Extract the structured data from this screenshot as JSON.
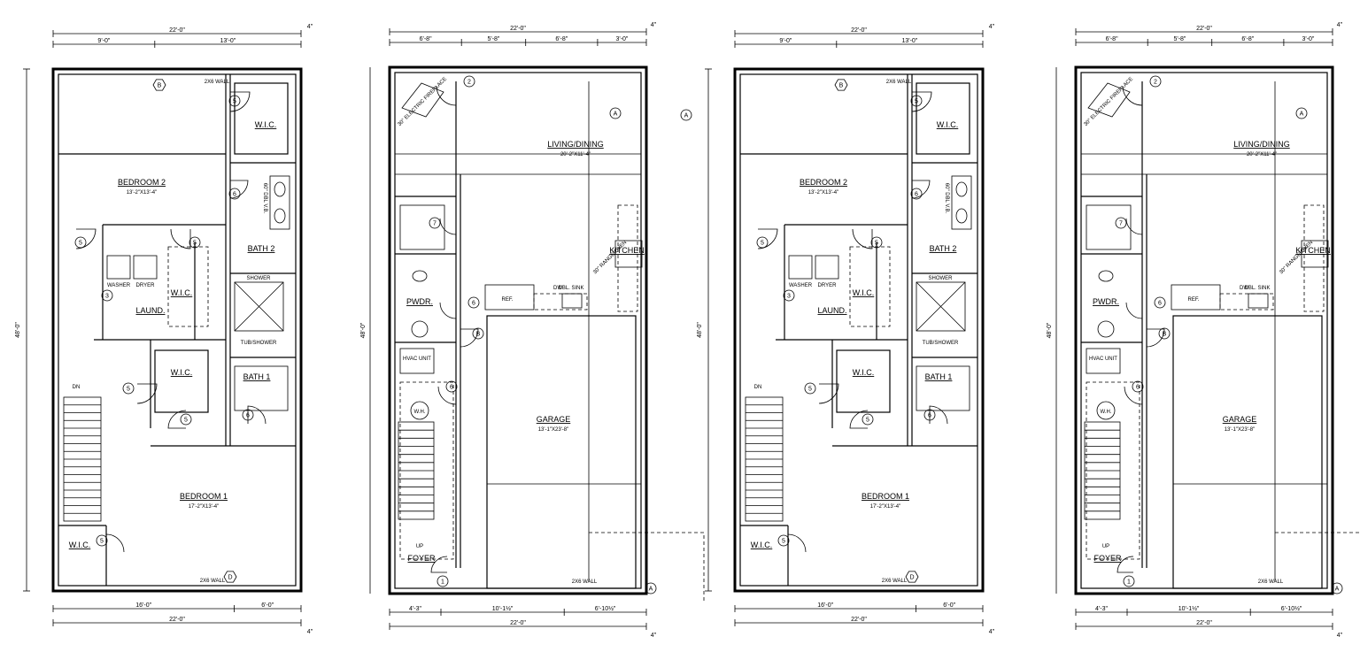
{
  "plans": [
    {
      "id": "upper-a",
      "overall_width": "22'-0\"",
      "overall_depth": "48'-0\"",
      "top_segments": [
        "9'-0\"",
        "13'-0\""
      ],
      "bottom_segments": [
        "16'-0\"",
        "6'-0\""
      ],
      "bottom_total": "22'-0\"",
      "edge_dims": [
        "4\"",
        "4\""
      ],
      "rooms": [
        {
          "id": "bed2",
          "name": "BEDROOM 2",
          "size": "13'-2\"X13'-4\""
        },
        {
          "id": "wic1",
          "name": "W.I.C.",
          "size": ""
        },
        {
          "id": "bath2",
          "name": "BATH 2",
          "size": ""
        },
        {
          "id": "laund",
          "name": "LAUND.",
          "size": ""
        },
        {
          "id": "wic2",
          "name": "W.I.C.",
          "size": ""
        },
        {
          "id": "wic3",
          "name": "W.I.C.",
          "size": ""
        },
        {
          "id": "bath1",
          "name": "BATH 1",
          "size": ""
        },
        {
          "id": "bed1",
          "name": "BEDROOM 1",
          "size": "17'-2\"X13'-4\""
        },
        {
          "id": "wic4",
          "name": "W.I.C.",
          "size": ""
        }
      ],
      "notes": [
        "DN",
        "WASHER",
        "DRYER",
        "SHOWER",
        "60\" DBL V.B.",
        "2X6 WALL",
        "2X6 WALL",
        "TUB/SHOWER"
      ],
      "tags": [
        "B",
        "5",
        "6",
        "5",
        "5",
        "3",
        "5",
        "5",
        "6",
        "5",
        "D"
      ]
    },
    {
      "id": "lower-a",
      "overall_width": "22'-0\"",
      "overall_depth": "48'-0\"",
      "top_segments": [
        "6'-8\"",
        "5'-8\"",
        "6'-8\"",
        "3'-0\""
      ],
      "bottom_segments": [
        "4'-3\"",
        "10'-1½\"",
        "6'-10½\""
      ],
      "bottom_total": "22'-0\"",
      "edge_dims": [
        "4\"",
        "4\""
      ],
      "rooms": [
        {
          "id": "living",
          "name": "LIVING/DINING",
          "size": "20'-2\"X11'-4\""
        },
        {
          "id": "kitchen",
          "name": "KITCHEN",
          "size": ""
        },
        {
          "id": "pwdr",
          "name": "PWDR.",
          "size": ""
        },
        {
          "id": "garage",
          "name": "GARAGE",
          "size": "13'-1\"X23'-8\""
        },
        {
          "id": "foyer",
          "name": "FOYER",
          "size": ""
        }
      ],
      "notes": [
        "30\" ELECTRIC FIREPLACE",
        "REF.",
        "DW",
        "DBL. SINK",
        "30\" RANGE/OVEN",
        "HVAC UNIT",
        "W.H.",
        "UP",
        "2X6 WALL"
      ],
      "tags": [
        "2",
        "A",
        "7",
        "6",
        "B",
        "6",
        "1",
        "A"
      ]
    },
    {
      "id": "upper-b",
      "overall_width": "22'-0\"",
      "overall_depth": "48'-0\"",
      "top_segments": [
        "9'-0\"",
        "13'-0\""
      ],
      "bottom_segments": [
        "16'-0\"",
        "6'-0\""
      ],
      "bottom_total": "22'-0\"",
      "edge_dims": [
        "4\"",
        "4\"",
        "4\"",
        "4\""
      ],
      "rooms": [
        {
          "id": "bed2",
          "name": "BEDROOM 2",
          "size": "13'-2\"X13'-4\""
        },
        {
          "id": "wic1",
          "name": "W.I.C.",
          "size": ""
        },
        {
          "id": "bath2",
          "name": "BATH 2",
          "size": ""
        },
        {
          "id": "laund",
          "name": "LAUND.",
          "size": ""
        },
        {
          "id": "wic2",
          "name": "W.I.C.",
          "size": ""
        },
        {
          "id": "wic3",
          "name": "W.I.C.",
          "size": ""
        },
        {
          "id": "bath1",
          "name": "BATH 1",
          "size": ""
        },
        {
          "id": "bed1",
          "name": "BEDROOM 1",
          "size": "17'-2\"X13'-4\""
        },
        {
          "id": "wic4",
          "name": "W.I.C.",
          "size": ""
        }
      ],
      "notes": [
        "DN",
        "WASHER",
        "DRYER",
        "SHOWER",
        "60\" DBL V.B.",
        "2X6 WALL",
        "2X6 WALL",
        "TUB/SHOWER"
      ],
      "tags": [
        "B",
        "5",
        "6",
        "5",
        "5",
        "3",
        "5",
        "5",
        "6",
        "5",
        "D"
      ]
    },
    {
      "id": "lower-b",
      "overall_width": "22'-0\"",
      "overall_depth": "48'-0\"",
      "top_segments": [
        "6'-8\"",
        "5'-8\"",
        "6'-8\"",
        "3'-0\""
      ],
      "bottom_segments": [
        "4'-3\"",
        "10'-1½\"",
        "6'-10½\""
      ],
      "bottom_total": "22'-0\"",
      "edge_dims": [
        "4\"",
        "4\"",
        "4\"",
        "4\""
      ],
      "rooms": [
        {
          "id": "living",
          "name": "LIVING/DINING",
          "size": "20'-2\"X11'-4\""
        },
        {
          "id": "kitchen",
          "name": "KITCHEN",
          "size": ""
        },
        {
          "id": "pwdr",
          "name": "PWDR.",
          "size": ""
        },
        {
          "id": "garage",
          "name": "GARAGE",
          "size": "13'-1\"X23'-8\""
        },
        {
          "id": "foyer",
          "name": "FOYER",
          "size": ""
        }
      ],
      "notes": [
        "30\" ELECTRIC FIREPLACE",
        "REF.",
        "DW",
        "DBL. SINK",
        "30\" RANGE/OVEN",
        "HVAC UNIT",
        "W.H.",
        "UP",
        "2X6 WALL"
      ],
      "tags": [
        "2",
        "A",
        "7",
        "6",
        "B",
        "6",
        "1",
        "A"
      ]
    }
  ],
  "floating_tag": "A"
}
